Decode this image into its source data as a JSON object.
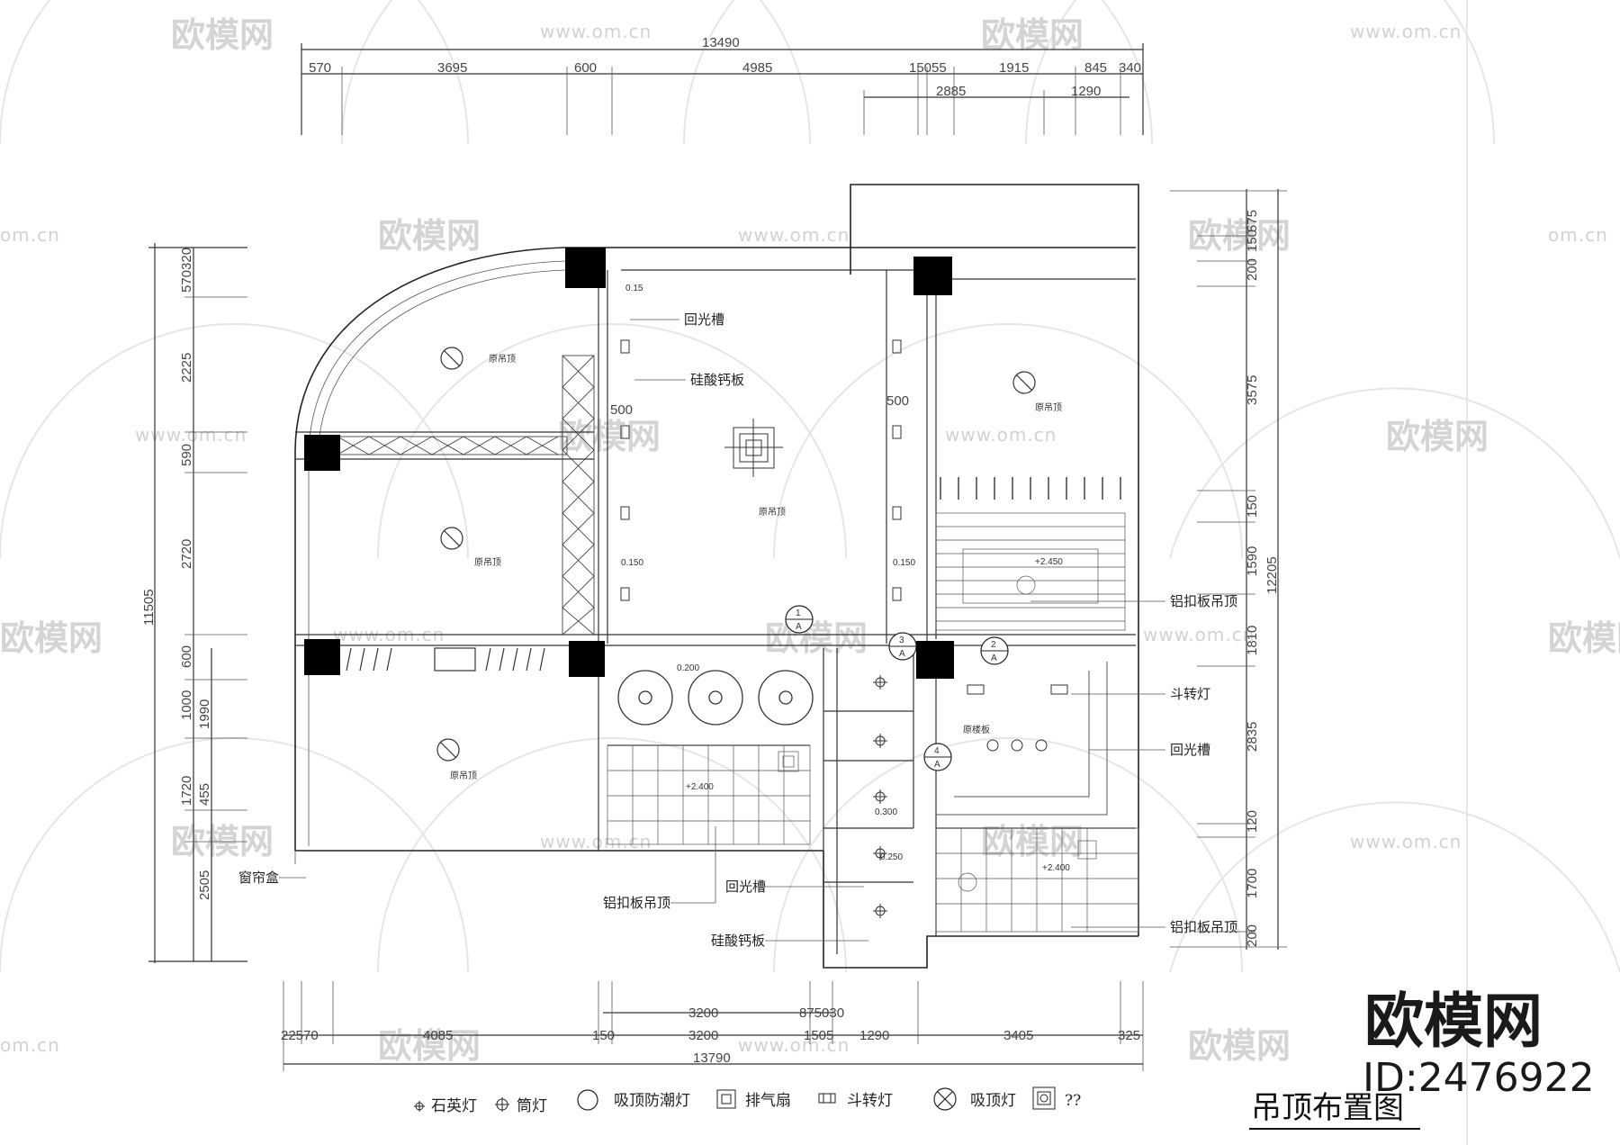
{
  "drawing_title": "吊顶布置图",
  "brand": {
    "name": "欧模网",
    "id": "ID:2476922"
  },
  "watermark": {
    "cn": "www.om.cn",
    "short": "om.cn",
    "logo": "欧模网"
  },
  "dims_top_total": "13490",
  "dims_top_row": [
    "570",
    "3695",
    "600",
    "4985",
    "15055",
    "1915",
    "845",
    "340"
  ],
  "dims_top_row2": [
    "2885",
    "1290"
  ],
  "dims_left": [
    "570320",
    "2225",
    "590",
    "2720",
    "600",
    "1000",
    "1990",
    "1720",
    "455",
    "2505"
  ],
  "dims_left_total": "11505",
  "dims_right": [
    "575",
    "150",
    "200",
    "3575",
    "150",
    "1590",
    "1810",
    "2835",
    "120",
    "1700",
    "200"
  ],
  "dims_right_total": "12205",
  "dims_bottom_row1": [
    "3200",
    "875030"
  ],
  "dims_bottom_row2": [
    "22570",
    "4085",
    "150",
    "3200",
    "1505",
    "1290",
    "3405",
    "325"
  ],
  "dims_bottom_total": "13790",
  "labels": {
    "huiguangcao": "回光槽",
    "guisuangaiban": "硅酸钙板",
    "lvkoubandiaoding": "铝扣板吊顶",
    "douzhuandeng": "斗转灯",
    "chuanglianhe": "窗帘盒",
    "yuandiaoding": "原吊顶",
    "yuanlouban": "原楼板",
    "h2450": "+2.450",
    "h2400": "+2.400",
    "o150": "0.150",
    "o200": "0.200",
    "o300": "0.300",
    "o250": "0.250",
    "o500": "500",
    "o15": "0.15"
  },
  "section_marks": [
    {
      "num": "1",
      "letter": "A"
    },
    {
      "num": "3",
      "letter": "A"
    },
    {
      "num": "2",
      "letter": "A"
    },
    {
      "num": "4",
      "letter": "A"
    }
  ],
  "legend": [
    {
      "icon": "quartz-lamp-icon",
      "label": "石英灯"
    },
    {
      "icon": "downlight-icon",
      "label": "筒灯"
    },
    {
      "icon": "moisture-proof-ceiling-lamp-icon",
      "label": "吸顶防潮灯"
    },
    {
      "icon": "exhaust-fan-icon",
      "label": "排气扇"
    },
    {
      "icon": "rotating-spotlight-icon",
      "label": "斗转灯"
    },
    {
      "icon": "ceiling-lamp-icon",
      "label": "吸顶灯"
    },
    {
      "icon": "unknown-fixture-icon",
      "label": "??"
    }
  ]
}
